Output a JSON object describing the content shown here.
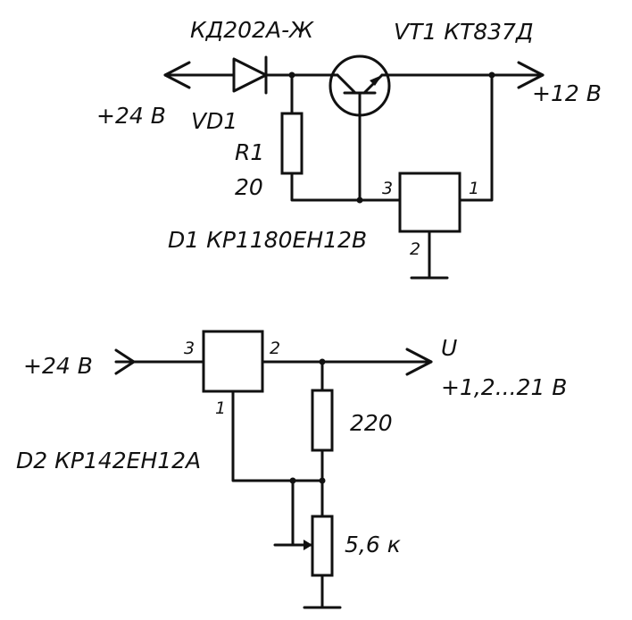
{
  "circuit1": {
    "diode_type": "КД202А-Ж",
    "transistor": "VT1 КТ837Д",
    "input_voltage": "+24 В",
    "output_voltage": "+12 В",
    "diode_ref": "VD1",
    "resistor_ref": "R1",
    "resistor_value": "20",
    "regulator": "D1 КР1180ЕН12В",
    "pin_3": "3",
    "pin_1": "1",
    "pin_2": "2"
  },
  "circuit2": {
    "input_voltage": "+24 В",
    "output_label": "U",
    "output_range": "+1,2...21 В",
    "regulator": "D2 КР142ЕН12А",
    "resistor_value": "220",
    "pot_value": "5,6 к",
    "pin_3": "3",
    "pin_2": "2",
    "pin_1": "1"
  }
}
